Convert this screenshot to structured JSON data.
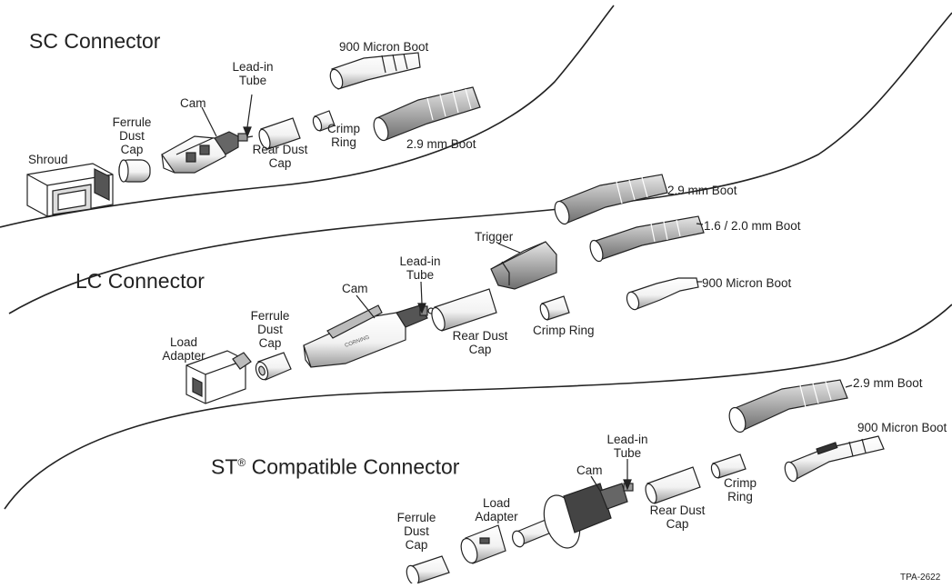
{
  "sections": {
    "sc": {
      "title": "SC Connector"
    },
    "lc": {
      "title": "LC Connector"
    },
    "st": {
      "title_main": "ST",
      "title_sup": "®",
      "title_rest": " Compatible Connector"
    }
  },
  "labels": {
    "sc_900_boot": "900 Micron Boot",
    "sc_lead_in_1": "Lead-in",
    "sc_lead_in_2": "Tube",
    "sc_cam": "Cam",
    "sc_ferrule_1": "Ferrule",
    "sc_ferrule_2": "Dust",
    "sc_ferrule_3": "Cap",
    "sc_crimp_1": "Crimp",
    "sc_crimp_2": "Ring",
    "sc_rear_1": "Rear Dust",
    "sc_rear_2": "Cap",
    "sc_29_boot": "2.9 mm Boot",
    "sc_shroud": "Shroud",
    "lc_29_boot": "2.9 mm Boot",
    "lc_16_boot": "1.6 / 2.0 mm Boot",
    "lc_trigger": "Trigger",
    "lc_900_boot": "900 Micron Boot",
    "lc_lead_in_1": "Lead-in",
    "lc_lead_in_2": "Tube",
    "lc_cam": "Cam",
    "lc_ferrule_1": "Ferrule",
    "lc_ferrule_2": "Dust",
    "lc_ferrule_3": "Cap",
    "lc_rear_1": "Rear Dust",
    "lc_rear_2": "Cap",
    "lc_crimp": "Crimp Ring",
    "lc_load_1": "Load",
    "lc_load_2": "Adapter",
    "lc_brand": "CORNING",
    "st_29_boot": "2.9 mm Boot",
    "st_900_boot": "900 Micron Boot",
    "st_lead_in_1": "Lead-in",
    "st_lead_in_2": "Tube",
    "st_cam": "Cam",
    "st_crimp_1": "Crimp",
    "st_crimp_2": "Ring",
    "st_rear_1": "Rear Dust",
    "st_rear_2": "Cap",
    "st_load_1": "Load",
    "st_load_2": "Adapter",
    "st_ferrule_1": "Ferrule",
    "st_ferrule_2": "Dust",
    "st_ferrule_3": "Cap",
    "doc_ref": "TPA-2622"
  },
  "colors": {
    "ink": "#222222",
    "part_fill": "#ffffff",
    "part_shade": "#bfbfbf",
    "part_dark": "#555555"
  }
}
